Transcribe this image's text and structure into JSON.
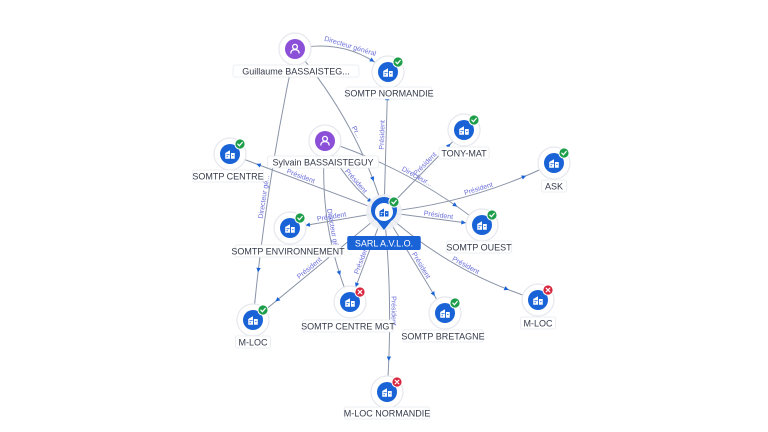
{
  "center": {
    "id": "sarl",
    "label": "SARL A.V.L.O.",
    "type": "company",
    "status": "active"
  },
  "nodes": [
    {
      "id": "guillaume",
      "label": "Guillaume BASSAISTEG...",
      "type": "person",
      "status": "none"
    },
    {
      "id": "normandie",
      "label": "SOMTP NORMANDIE",
      "type": "company",
      "status": "active"
    },
    {
      "id": "tonymat",
      "label": "TONY-MAT",
      "type": "company",
      "status": "active"
    },
    {
      "id": "ask",
      "label": "ASK",
      "type": "company",
      "status": "active"
    },
    {
      "id": "ouest",
      "label": "SOMTP OUEST",
      "type": "company",
      "status": "active"
    },
    {
      "id": "mloc_right",
      "label": "M-LOC",
      "type": "company",
      "status": "closed"
    },
    {
      "id": "bretagne",
      "label": "SOMTP BRETAGNE",
      "type": "company",
      "status": "active"
    },
    {
      "id": "mloc_normandie",
      "label": "M-LOC NORMANDIE",
      "type": "company",
      "status": "closed"
    },
    {
      "id": "centre_mgt",
      "label": "SOMTP CENTRE MGT",
      "type": "company",
      "status": "closed"
    },
    {
      "id": "mloc_left",
      "label": "M-LOC",
      "type": "company",
      "status": "active"
    },
    {
      "id": "environnement",
      "label": "SOMTP ENVIRONNEMENT",
      "type": "company",
      "status": "active"
    },
    {
      "id": "centre",
      "label": "SOMTP CENTRE",
      "type": "company",
      "status": "active"
    },
    {
      "id": "sylvain",
      "label": "Sylvain BASSAISTEGUY",
      "type": "person",
      "status": "none"
    }
  ],
  "edges": [
    {
      "from": "sarl",
      "to": "normandie",
      "label": "Président"
    },
    {
      "from": "sarl",
      "to": "tonymat",
      "label": "Président"
    },
    {
      "from": "sarl",
      "to": "ask",
      "label": "Président"
    },
    {
      "from": "sarl",
      "to": "ouest",
      "label": "Président"
    },
    {
      "from": "sarl",
      "to": "mloc_right",
      "label": "Président"
    },
    {
      "from": "sarl",
      "to": "bretagne",
      "label": "Président"
    },
    {
      "from": "sarl",
      "to": "mloc_normandie",
      "label": "Président"
    },
    {
      "from": "sarl",
      "to": "centre_mgt",
      "label": "Président"
    },
    {
      "from": "sarl",
      "to": "mloc_left",
      "label": "Président"
    },
    {
      "from": "sarl",
      "to": "environnement",
      "label": "Président"
    },
    {
      "from": "sarl",
      "to": "centre",
      "label": "Président"
    },
    {
      "from": "sylvain",
      "to": "sarl",
      "label": "Président"
    },
    {
      "from": "guillaume",
      "to": "normandie",
      "label": "Directeur général"
    },
    {
      "from": "guillaume",
      "to": "mloc_left",
      "label": "Directeur gé..."
    },
    {
      "from": "guillaume",
      "to": "sarl",
      "label": "Pr..."
    },
    {
      "from": "sylvain",
      "to": "ouest",
      "label": "Directeur..."
    },
    {
      "from": "sylvain",
      "to": "centre_mgt",
      "label": "Directeur gé..."
    }
  ],
  "colors": {
    "company": "#1a63d6",
    "person": "#8b4fd8",
    "active": "#1e9e4a",
    "closed": "#d7263d",
    "edge_label": "#6b6fd8"
  },
  "icons": {
    "company": "building-icon",
    "person": "person-icon",
    "active": "check-badge-icon",
    "closed": "cross-badge-icon"
  }
}
